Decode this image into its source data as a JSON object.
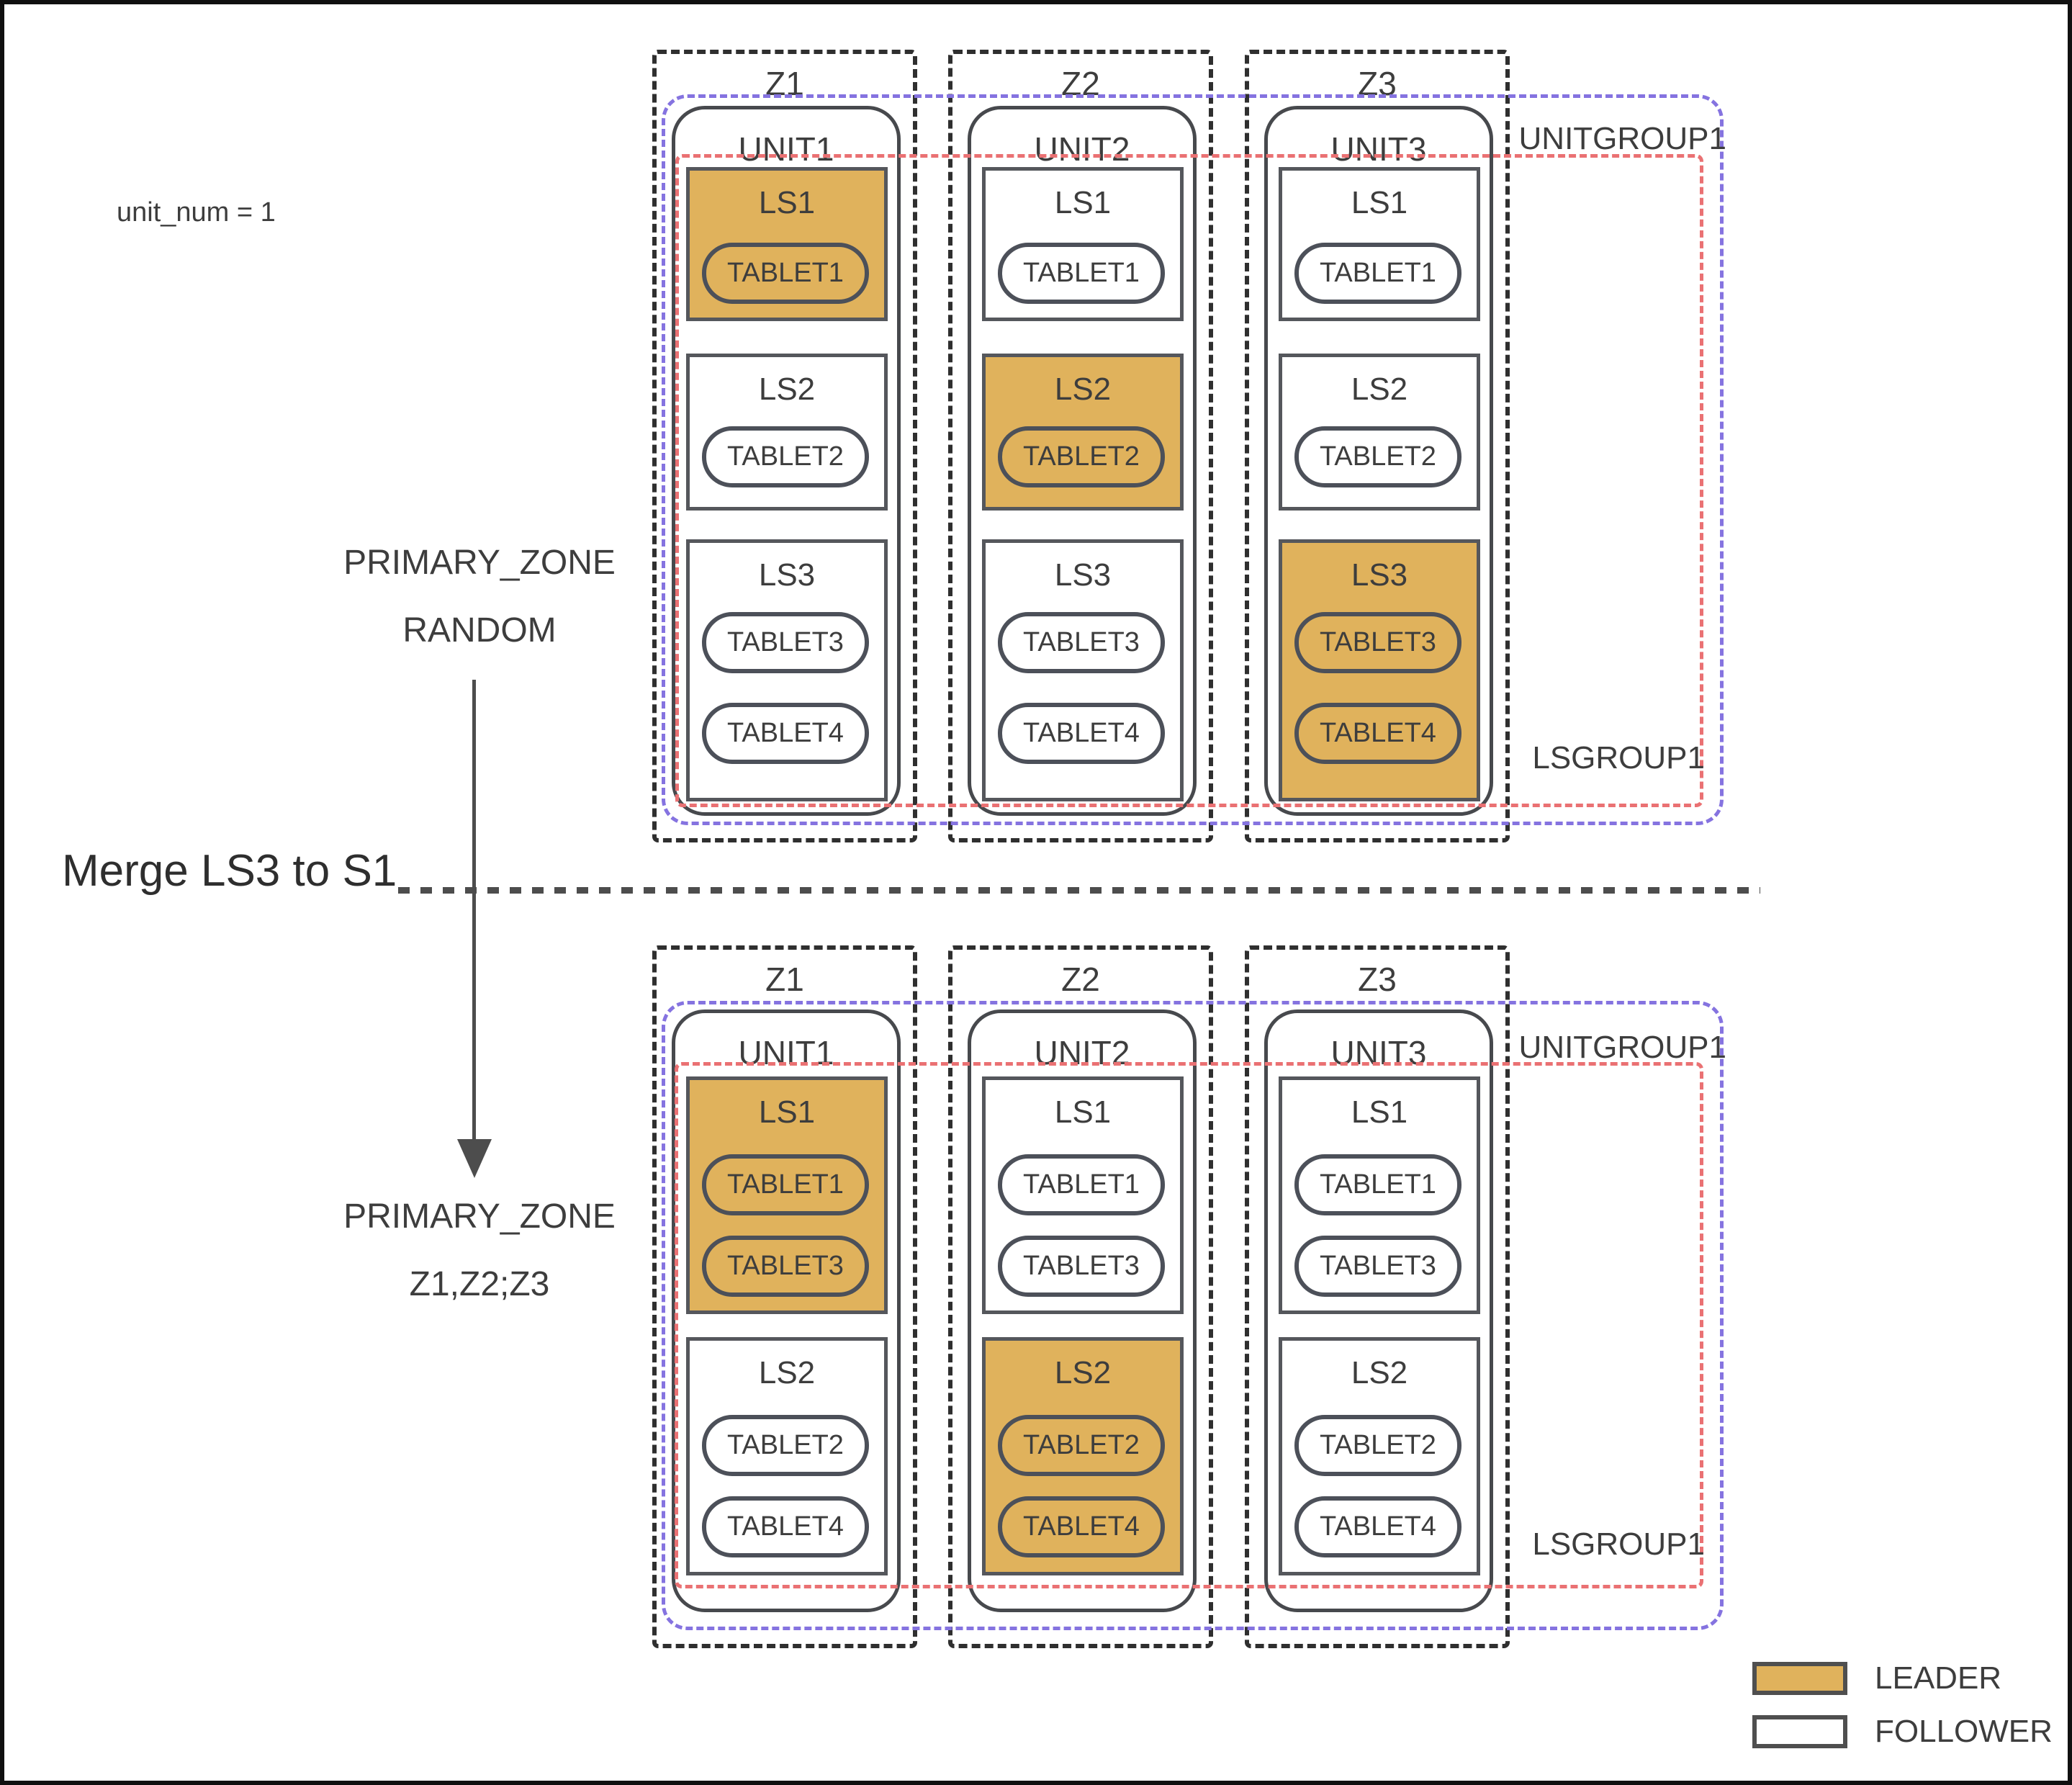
{
  "annotations": {
    "unit_num": "unit_num = 1",
    "primary_zone_top": {
      "line1": "PRIMARY_ZONE",
      "line2": "RANDOM"
    },
    "merge_label": "Merge LS3 to S1",
    "primary_zone_bottom": {
      "line1": "PRIMARY_ZONE",
      "line2": "Z1,Z2;Z3"
    }
  },
  "colors": {
    "leader_fill": "#e0b25c",
    "follower_fill": "#ffffff",
    "unitgroup_dash": "#8573e0",
    "lsgroup_dash": "#ea7173",
    "zone_dash": "#2f2f2f",
    "text": "#3d3d3d"
  },
  "legend": {
    "leader": "LEADER",
    "follower": "FOLLOWER"
  },
  "before": {
    "unitgroup_label": "UNITGROUP1",
    "lsgroup_label": "LSGROUP1",
    "zones": [
      {
        "label": "Z1",
        "unit_label": "UNIT1",
        "ls": [
          {
            "label": "LS1",
            "role": "leader",
            "tablets": [
              "TABLET1"
            ]
          },
          {
            "label": "LS2",
            "role": "follower",
            "tablets": [
              "TABLET2"
            ]
          },
          {
            "label": "LS3",
            "role": "follower",
            "tablets": [
              "TABLET3",
              "TABLET4"
            ]
          }
        ]
      },
      {
        "label": "Z2",
        "unit_label": "UNIT2",
        "ls": [
          {
            "label": "LS1",
            "role": "follower",
            "tablets": [
              "TABLET1"
            ]
          },
          {
            "label": "LS2",
            "role": "leader",
            "tablets": [
              "TABLET2"
            ]
          },
          {
            "label": "LS3",
            "role": "follower",
            "tablets": [
              "TABLET3",
              "TABLET4"
            ]
          }
        ]
      },
      {
        "label": "Z3",
        "unit_label": "UNIT3",
        "ls": [
          {
            "label": "LS1",
            "role": "follower",
            "tablets": [
              "TABLET1"
            ]
          },
          {
            "label": "LS2",
            "role": "follower",
            "tablets": [
              "TABLET2"
            ]
          },
          {
            "label": "LS3",
            "role": "leader",
            "tablets": [
              "TABLET3",
              "TABLET4"
            ]
          }
        ]
      }
    ]
  },
  "after": {
    "unitgroup_label": "UNITGROUP1",
    "lsgroup_label": "LSGROUP1",
    "zones": [
      {
        "label": "Z1",
        "unit_label": "UNIT1",
        "ls": [
          {
            "label": "LS1",
            "role": "leader",
            "tablets": [
              "TABLET1",
              "TABLET3"
            ]
          },
          {
            "label": "LS2",
            "role": "follower",
            "tablets": [
              "TABLET2",
              "TABLET4"
            ]
          }
        ]
      },
      {
        "label": "Z2",
        "unit_label": "UNIT2",
        "ls": [
          {
            "label": "LS1",
            "role": "follower",
            "tablets": [
              "TABLET1",
              "TABLET3"
            ]
          },
          {
            "label": "LS2",
            "role": "leader",
            "tablets": [
              "TABLET2",
              "TABLET4"
            ]
          }
        ]
      },
      {
        "label": "Z3",
        "unit_label": "UNIT3",
        "ls": [
          {
            "label": "LS1",
            "role": "follower",
            "tablets": [
              "TABLET1",
              "TABLET3"
            ]
          },
          {
            "label": "LS2",
            "role": "follower",
            "tablets": [
              "TABLET2",
              "TABLET4"
            ]
          }
        ]
      }
    ]
  }
}
